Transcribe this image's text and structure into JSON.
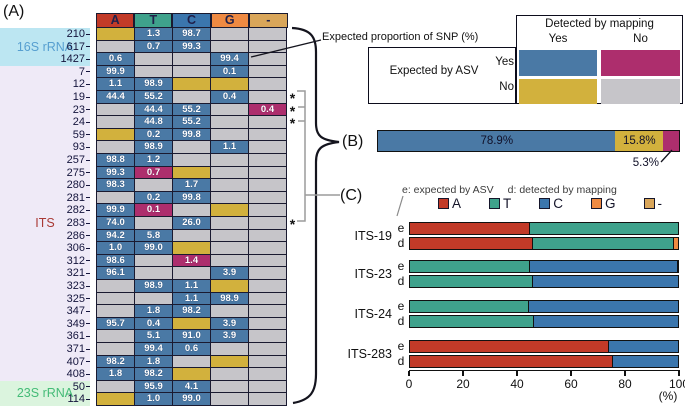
{
  "labels": {
    "a": "(A)",
    "b": "(B)",
    "c": "(C)"
  },
  "colors": {
    "cell_yes_yes": "#4a79a5",
    "cell_yes_no": "#ad2e6d",
    "cell_no_yes": "#d2b13d",
    "cell_no_no": "#c6c5c9",
    "base_A": "#c23a28",
    "base_T": "#3fa28c",
    "base_C": "#3b76ad",
    "base_G": "#ef8a42",
    "base_dash": "#d9a65a",
    "group_16s_bg": "#bce6f2",
    "group_16s_text": "#579fd0",
    "group_its_bg": "#efeaf7",
    "group_its_text": "#a93a35",
    "group_23s_bg": "#dbf4de",
    "group_23s_text": "#44bb77"
  },
  "legend": {
    "detected_title": "Detected by mapping",
    "expected_title": "Expected by ASV",
    "yes_col": "Yes",
    "no_col": "No",
    "yes_row": "Yes",
    "no_row": "No"
  },
  "chart_data": [
    {
      "id": "A",
      "type": "heatmap",
      "title": "(A)",
      "annotation": "Expected proportion of SNP (%)",
      "columns": [
        "A",
        "T",
        "C",
        "G",
        "-"
      ],
      "cell_states": {
        "B": "expected by ASV + detected by mapping (blue)",
        "M": "expected by ASV, not detected by mapping (magenta)",
        "Y": "not expected by ASV, detected by mapping (yellow)",
        "G": "not expected, not detected (gray)"
      },
      "row_groups": [
        {
          "name": "16S rRNA",
          "count": 3
        },
        {
          "name": "ITS",
          "count": 25
        },
        {
          "name": "23S rRNA",
          "count": 2
        }
      ],
      "asterisk_rows": [
        "19",
        "23",
        "24",
        "283"
      ],
      "rows": [
        {
          "label": "210",
          "group": "16S rRNA",
          "cells": [
            [
              "",
              "Y"
            ],
            [
              "1.3",
              "B"
            ],
            [
              "98.7",
              "B"
            ],
            [
              "",
              "G"
            ],
            [
              "",
              "G"
            ]
          ]
        },
        {
          "label": "617",
          "group": "16S rRNA",
          "cells": [
            [
              "",
              "G"
            ],
            [
              "0.7",
              "B"
            ],
            [
              "99.3",
              "B"
            ],
            [
              "",
              "G"
            ],
            [
              "",
              "G"
            ]
          ]
        },
        {
          "label": "1427",
          "group": "16S rRNA",
          "cells": [
            [
              "0.6",
              "B"
            ],
            [
              "",
              "G"
            ],
            [
              "",
              "G"
            ],
            [
              "99.4",
              "B"
            ],
            [
              "",
              "G"
            ]
          ]
        },
        {
          "label": "7",
          "group": "ITS",
          "cells": [
            [
              "99.9",
              "B"
            ],
            [
              "",
              "G"
            ],
            [
              "",
              "G"
            ],
            [
              "0.1",
              "B"
            ],
            [
              "",
              "G"
            ]
          ]
        },
        {
          "label": "12",
          "group": "ITS",
          "cells": [
            [
              "1.1",
              "B"
            ],
            [
              "98.9",
              "B"
            ],
            [
              "",
              "Y"
            ],
            [
              "",
              "Y"
            ],
            [
              "",
              "G"
            ]
          ]
        },
        {
          "label": "19",
          "group": "ITS",
          "cells": [
            [
              "44.4",
              "B"
            ],
            [
              "55.2",
              "B"
            ],
            [
              "",
              "G"
            ],
            [
              "0.4",
              "B"
            ],
            [
              "",
              "G"
            ]
          ]
        },
        {
          "label": "23",
          "group": "ITS",
          "cells": [
            [
              "",
              "G"
            ],
            [
              "44.4",
              "B"
            ],
            [
              "55.2",
              "B"
            ],
            [
              "",
              "G"
            ],
            [
              "0.4",
              "M"
            ]
          ]
        },
        {
          "label": "24",
          "group": "ITS",
          "cells": [
            [
              "",
              "G"
            ],
            [
              "44.8",
              "B"
            ],
            [
              "55.2",
              "B"
            ],
            [
              "",
              "G"
            ],
            [
              "",
              "G"
            ]
          ]
        },
        {
          "label": "59",
          "group": "ITS",
          "cells": [
            [
              "",
              "Y"
            ],
            [
              "0.2",
              "B"
            ],
            [
              "99.8",
              "B"
            ],
            [
              "",
              "G"
            ],
            [
              "",
              "G"
            ]
          ]
        },
        {
          "label": "93",
          "group": "ITS",
          "cells": [
            [
              "",
              "G"
            ],
            [
              "98.9",
              "B"
            ],
            [
              "",
              "G"
            ],
            [
              "1.1",
              "B"
            ],
            [
              "",
              "G"
            ]
          ]
        },
        {
          "label": "257",
          "group": "ITS",
          "cells": [
            [
              "98.8",
              "B"
            ],
            [
              "1.2",
              "B"
            ],
            [
              "",
              "G"
            ],
            [
              "",
              "G"
            ],
            [
              "",
              "G"
            ]
          ]
        },
        {
          "label": "275",
          "group": "ITS",
          "cells": [
            [
              "99.3",
              "B"
            ],
            [
              "0.7",
              "M"
            ],
            [
              "",
              "Y"
            ],
            [
              "",
              "G"
            ],
            [
              "",
              "G"
            ]
          ]
        },
        {
          "label": "280",
          "group": "ITS",
          "cells": [
            [
              "98.3",
              "B"
            ],
            [
              "",
              "G"
            ],
            [
              "1.7",
              "B"
            ],
            [
              "",
              "G"
            ],
            [
              "",
              "G"
            ]
          ]
        },
        {
          "label": "281",
          "group": "ITS",
          "cells": [
            [
              "",
              "G"
            ],
            [
              "0.2",
              "B"
            ],
            [
              "99.8",
              "B"
            ],
            [
              "",
              "G"
            ],
            [
              "",
              "G"
            ]
          ]
        },
        {
          "label": "282",
          "group": "ITS",
          "cells": [
            [
              "99.9",
              "B"
            ],
            [
              "0.1",
              "M"
            ],
            [
              "",
              "G"
            ],
            [
              "",
              "Y"
            ],
            [
              "",
              "G"
            ]
          ]
        },
        {
          "label": "283",
          "group": "ITS",
          "cells": [
            [
              "74.0",
              "B"
            ],
            [
              "",
              "G"
            ],
            [
              "26.0",
              "B"
            ],
            [
              "",
              "G"
            ],
            [
              "",
              "G"
            ]
          ]
        },
        {
          "label": "286",
          "group": "ITS",
          "cells": [
            [
              "94.2",
              "B"
            ],
            [
              "5.8",
              "B"
            ],
            [
              "",
              "G"
            ],
            [
              "",
              "G"
            ],
            [
              "",
              "G"
            ]
          ]
        },
        {
          "label": "306",
          "group": "ITS",
          "cells": [
            [
              "1.0",
              "B"
            ],
            [
              "99.0",
              "B"
            ],
            [
              "",
              "Y"
            ],
            [
              "",
              "G"
            ],
            [
              "",
              "G"
            ]
          ]
        },
        {
          "label": "312",
          "group": "ITS",
          "cells": [
            [
              "98.6",
              "B"
            ],
            [
              "",
              "G"
            ],
            [
              "1.4",
              "M"
            ],
            [
              "",
              "G"
            ],
            [
              "",
              "G"
            ]
          ]
        },
        {
          "label": "321",
          "group": "ITS",
          "cells": [
            [
              "96.1",
              "B"
            ],
            [
              "",
              "G"
            ],
            [
              "",
              "G"
            ],
            [
              "3.9",
              "B"
            ],
            [
              "",
              "G"
            ]
          ]
        },
        {
          "label": "323",
          "group": "ITS",
          "cells": [
            [
              "",
              "G"
            ],
            [
              "98.9",
              "B"
            ],
            [
              "1.1",
              "B"
            ],
            [
              "",
              "Y"
            ],
            [
              "",
              "G"
            ]
          ]
        },
        {
          "label": "325",
          "group": "ITS",
          "cells": [
            [
              "",
              "G"
            ],
            [
              "",
              "G"
            ],
            [
              "1.1",
              "B"
            ],
            [
              "98.9",
              "B"
            ],
            [
              "",
              "G"
            ]
          ]
        },
        {
          "label": "347",
          "group": "ITS",
          "cells": [
            [
              "",
              "G"
            ],
            [
              "1.8",
              "B"
            ],
            [
              "98.2",
              "B"
            ],
            [
              "",
              "G"
            ],
            [
              "",
              "G"
            ]
          ]
        },
        {
          "label": "349",
          "group": "ITS",
          "cells": [
            [
              "95.7",
              "B"
            ],
            [
              "0.4",
              "B"
            ],
            [
              "",
              "Y"
            ],
            [
              "3.9",
              "B"
            ],
            [
              "",
              "G"
            ]
          ]
        },
        {
          "label": "361",
          "group": "ITS",
          "cells": [
            [
              "",
              "G"
            ],
            [
              "5.1",
              "B"
            ],
            [
              "91.0",
              "B"
            ],
            [
              "3.9",
              "B"
            ],
            [
              "",
              "G"
            ]
          ]
        },
        {
          "label": "371",
          "group": "ITS",
          "cells": [
            [
              "",
              "G"
            ],
            [
              "99.4",
              "B"
            ],
            [
              "0.6",
              "B"
            ],
            [
              "",
              "G"
            ],
            [
              "",
              "G"
            ]
          ]
        },
        {
          "label": "407",
          "group": "ITS",
          "cells": [
            [
              "98.2",
              "B"
            ],
            [
              "1.8",
              "B"
            ],
            [
              "",
              "G"
            ],
            [
              "",
              "Y"
            ],
            [
              "",
              "G"
            ]
          ]
        },
        {
          "label": "408",
          "group": "ITS",
          "cells": [
            [
              "1.8",
              "B"
            ],
            [
              "98.2",
              "B"
            ],
            [
              "",
              "Y"
            ],
            [
              "",
              "G"
            ],
            [
              "",
              "G"
            ]
          ]
        },
        {
          "label": "50",
          "group": "23S rRNA",
          "cells": [
            [
              "",
              "G"
            ],
            [
              "95.9",
              "B"
            ],
            [
              "4.1",
              "B"
            ],
            [
              "",
              "G"
            ],
            [
              "",
              "G"
            ]
          ]
        },
        {
          "label": "114",
          "group": "23S rRNA",
          "cells": [
            [
              "",
              "Y"
            ],
            [
              "1.0",
              "B"
            ],
            [
              "99.0",
              "B"
            ],
            [
              "",
              "G"
            ],
            [
              "",
              "G"
            ]
          ]
        }
      ]
    },
    {
      "id": "B",
      "type": "bar",
      "title": "(B)",
      "orientation": "horizontal-stacked",
      "segments": [
        {
          "label": "78.9%",
          "value": 78.9,
          "state": "B"
        },
        {
          "label": "15.8%",
          "value": 15.8,
          "state": "Y"
        },
        {
          "label": "5.3%",
          "value": 5.3,
          "state": "M"
        }
      ]
    },
    {
      "id": "C",
      "type": "bar",
      "title": "(C)",
      "orientation": "horizontal-stacked",
      "subtitle_e": "e: expected by ASV",
      "subtitle_d": "d: detected by mapping",
      "row_e": "e",
      "row_d": "d",
      "bases": [
        "A",
        "T",
        "C",
        "G",
        "-"
      ],
      "groups": [
        {
          "label": "ITS-19",
          "e": [
            [
              "A",
              44.5
            ],
            [
              "T",
              55.5
            ]
          ],
          "d": [
            [
              "A",
              45.5
            ],
            [
              "T",
              52.8
            ],
            [
              "G",
              1.7
            ]
          ]
        },
        {
          "label": "ITS-23",
          "e": [
            [
              "T",
              44.3
            ],
            [
              "C",
              55.3
            ],
            [
              "-",
              0.4
            ]
          ],
          "d": [
            [
              "T",
              45.5
            ],
            [
              "C",
              54.5
            ]
          ]
        },
        {
          "label": "ITS-24",
          "e": [
            [
              "T",
              44.2
            ],
            [
              "C",
              55.8
            ]
          ],
          "d": [
            [
              "T",
              46.0
            ],
            [
              "C",
              54.0
            ]
          ]
        },
        {
          "label": "ITS-283",
          "e": [
            [
              "A",
              74.0
            ],
            [
              "C",
              26.0
            ]
          ],
          "d": [
            [
              "A",
              75.5
            ],
            [
              "C",
              24.5
            ]
          ]
        }
      ],
      "x_ticks": [
        0,
        20,
        40,
        60,
        80,
        100
      ],
      "xlim": [
        0,
        100
      ],
      "x_unit": "(%)"
    }
  ]
}
